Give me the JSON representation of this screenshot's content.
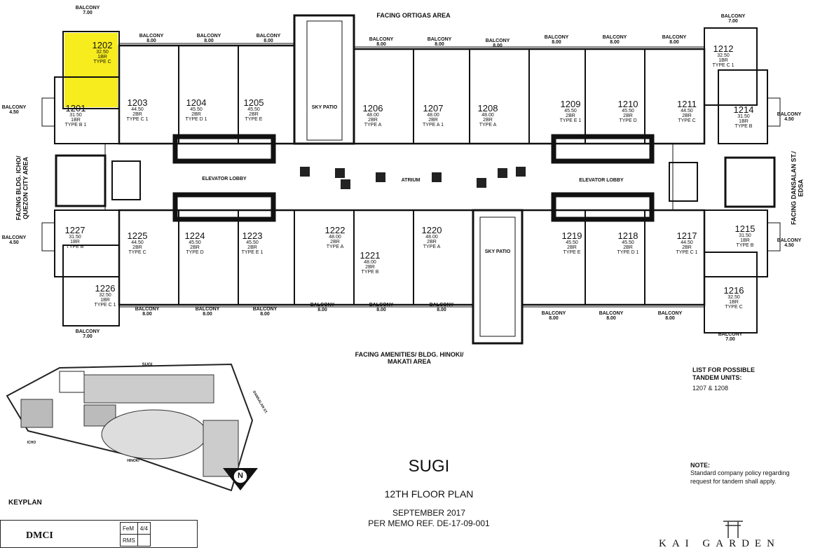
{
  "building": "SUGI",
  "floor_plan_title": "12TH FLOOR PLAN",
  "date": "SEPTEMBER 2017",
  "memo_ref": "PER MEMO REF. DE-17-09-001",
  "keyplan_label": "KEYPLAN",
  "keyplan_labels": {
    "sugi": "SUGI",
    "street": "DANSALAN ST.",
    "icho": "ICHO",
    "hinoki": "HINOKI"
  },
  "north_label": "N",
  "facing": {
    "top": "FACING ORTIGAS AREA",
    "bottom_line1": "FACING AMENITIES/ BLDG. HINOKI/",
    "bottom_line2": "MAKATI AREA",
    "left_line1": "FACING BLDG. ICHO/",
    "left_line2": "QUEZON CITY AREA",
    "right_line1": "FACING DANSALAN ST./",
    "right_line2": "EDSA"
  },
  "common_areas": {
    "sky_patio_top": "SKY PATIO",
    "sky_patio_bottom": "SKY PATIO",
    "elevator_lobby_left": "ELEVATOR LOBBY",
    "elevator_lobby_right": "ELEVATOR LOBBY",
    "atrium": "ATRIUM"
  },
  "balconies": [
    {
      "label": "BALCONY",
      "size": "7.00"
    },
    {
      "label": "BALCONY",
      "size": "8.00"
    },
    {
      "label": "BALCONY",
      "size": "8.00"
    },
    {
      "label": "BALCONY",
      "size": "8.00"
    },
    {
      "label": "BALCONY",
      "size": "8.00"
    },
    {
      "label": "BALCONY",
      "size": "8.00"
    },
    {
      "label": "BALCONY",
      "size": "8.00"
    },
    {
      "label": "BALCONY",
      "size": "8.00"
    },
    {
      "label": "BALCONY",
      "size": "8.00"
    },
    {
      "label": "BALCONY",
      "size": "8.00"
    },
    {
      "label": "BALCONY",
      "size": "7.00"
    },
    {
      "label": "BALCONY",
      "size": "4.50"
    },
    {
      "label": "BALCONY",
      "size": "4.50"
    },
    {
      "label": "BALCONY",
      "size": "4.50"
    },
    {
      "label": "BALCONY",
      "size": "4.50"
    },
    {
      "label": "BALCONY",
      "size": "8.00"
    },
    {
      "label": "BALCONY",
      "size": "8.00"
    },
    {
      "label": "BALCONY",
      "size": "8.00"
    },
    {
      "label": "BALCONY",
      "size": "8.00"
    },
    {
      "label": "BALCONY",
      "size": "8.00"
    },
    {
      "label": "BALCONY",
      "size": "8.00"
    },
    {
      "label": "BALCONY",
      "size": "8.00"
    },
    {
      "label": "BALCONY",
      "size": "8.00"
    },
    {
      "label": "BALCONY",
      "size": "8.00"
    },
    {
      "label": "BALCONY",
      "size": "7.00"
    },
    {
      "label": "BALCONY",
      "size": "7.00"
    }
  ],
  "units": [
    {
      "num": "1202",
      "area": "32.50",
      "br": "1BR",
      "type": "TYPE C"
    },
    {
      "num": "1201",
      "area": "31.50",
      "br": "1BR",
      "type": "TYPE B 1"
    },
    {
      "num": "1203",
      "area": "44.50",
      "br": "2BR",
      "type": "TYPE C 1"
    },
    {
      "num": "1204",
      "area": "45.50",
      "br": "2BR",
      "type": "TYPE D 1"
    },
    {
      "num": "1205",
      "area": "45.50",
      "br": "2BR",
      "type": "TYPE E"
    },
    {
      "num": "1206",
      "area": "48.00",
      "br": "2BR",
      "type": "TYPE A"
    },
    {
      "num": "1207",
      "area": "48.00",
      "br": "2BR",
      "type": "TYPE A 1"
    },
    {
      "num": "1208",
      "area": "48.00",
      "br": "2BR",
      "type": "TYPE A"
    },
    {
      "num": "1209",
      "area": "45.50",
      "br": "2BR",
      "type": "TYPE E 1"
    },
    {
      "num": "1210",
      "area": "45.50",
      "br": "2BR",
      "type": "TYPE D"
    },
    {
      "num": "1211",
      "area": "44.50",
      "br": "2BR",
      "type": "TYPE C"
    },
    {
      "num": "1212",
      "area": "32.50",
      "br": "1BR",
      "type": "TYPE C 1"
    },
    {
      "num": "1214",
      "area": "31.50",
      "br": "1BR",
      "type": "TYPE B"
    },
    {
      "num": "1227",
      "area": "31.50",
      "br": "1BR",
      "type": "TYPE B"
    },
    {
      "num": "1226",
      "area": "32.50",
      "br": "1BR",
      "type": "TYPE C 1"
    },
    {
      "num": "1225",
      "area": "44.50",
      "br": "2BR",
      "type": "TYPE C"
    },
    {
      "num": "1224",
      "area": "45.50",
      "br": "2BR",
      "type": "TYPE D"
    },
    {
      "num": "1223",
      "area": "45.50",
      "br": "2BR",
      "type": "TYPE E 1"
    },
    {
      "num": "1222",
      "area": "48.00",
      "br": "2BR",
      "type": "TYPE A"
    },
    {
      "num": "1221",
      "area": "48.00",
      "br": "2BR",
      "type": "TYPE B"
    },
    {
      "num": "1220",
      "area": "48.00",
      "br": "2BR",
      "type": "TYPE A"
    },
    {
      "num": "1219",
      "area": "45.50",
      "br": "2BR",
      "type": "TYPE E"
    },
    {
      "num": "1218",
      "area": "45.50",
      "br": "2BR",
      "type": "TYPE D 1"
    },
    {
      "num": "1217",
      "area": "44.50",
      "br": "2BR",
      "type": "TYPE C 1"
    },
    {
      "num": "1215",
      "area": "31.50",
      "br": "1BR",
      "type": "TYPE B"
    },
    {
      "num": "1216",
      "area": "32.50",
      "br": "1BR",
      "type": "TYPE C"
    }
  ],
  "tandem": {
    "line1": "LIST FOR POSSIBLE",
    "line2": "TANDEM UNITS:",
    "units": "1207 & 1208"
  },
  "note": {
    "heading": "NOTE:",
    "line1": "Standard company policy regarding",
    "line2": "request for tandem shall apply."
  },
  "stamp": {
    "logo": "DMCI",
    "row1_name": "FeM",
    "row1_mark": "4/4",
    "row2_name": "RMS"
  },
  "brand": "KAI GARDEN",
  "colors": {
    "highlight": "#f7ec1d",
    "ink": "#111111",
    "paper": "#ffffff"
  }
}
